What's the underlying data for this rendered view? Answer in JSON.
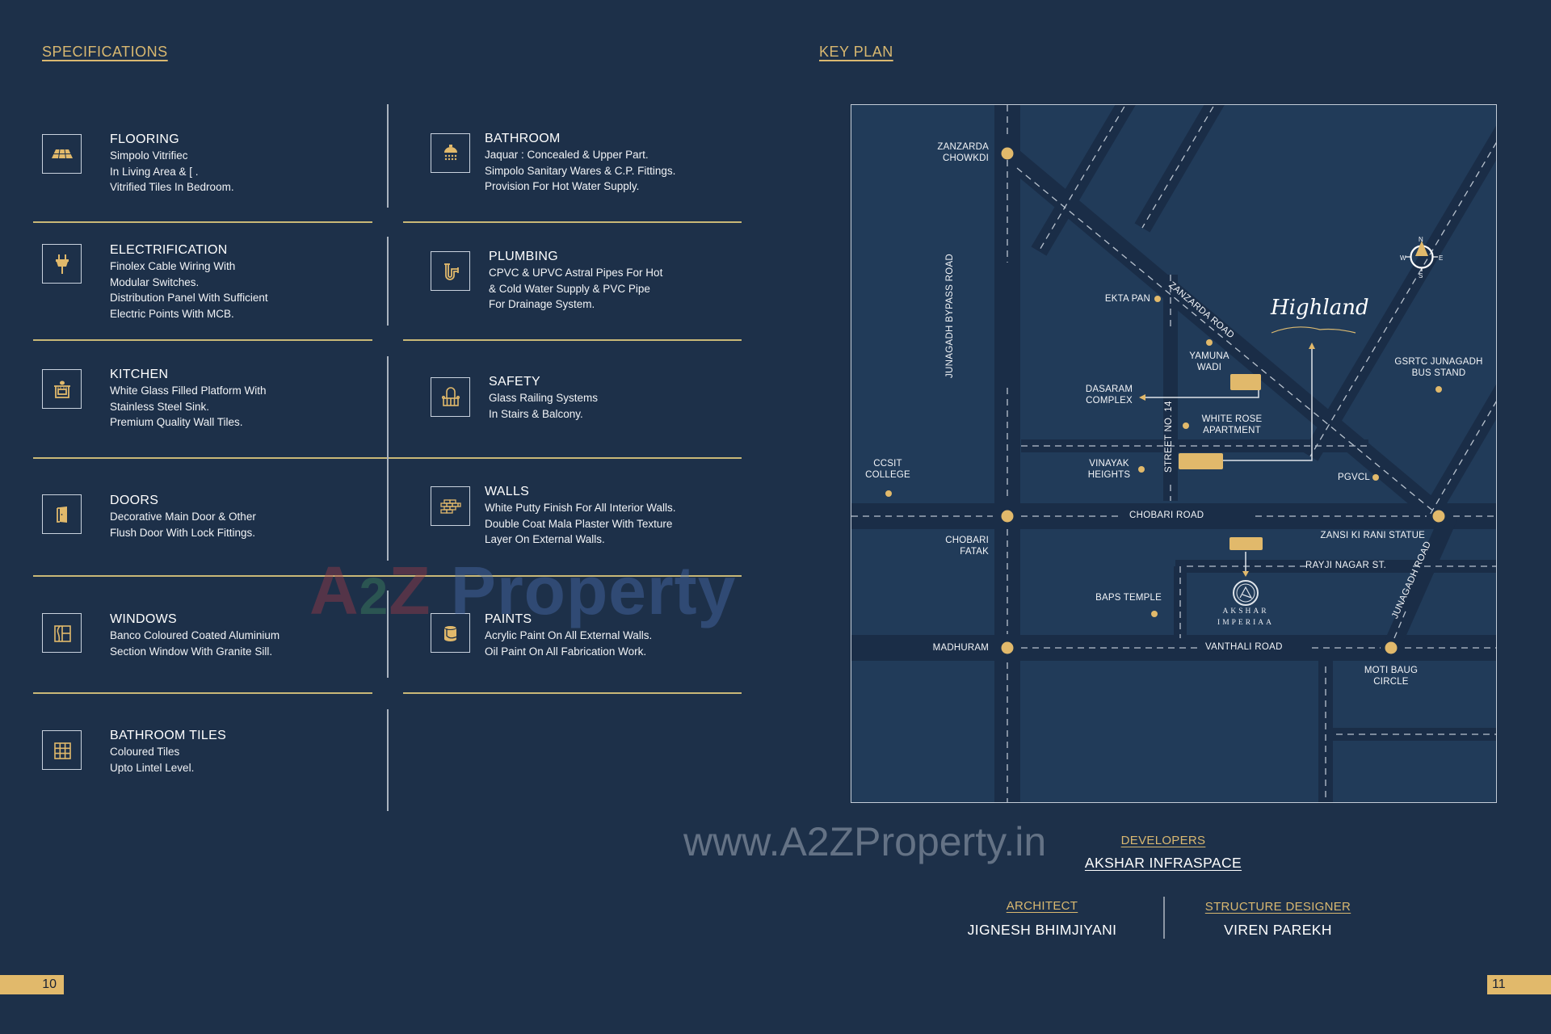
{
  "colors": {
    "background": "#1d3049",
    "accent_gold": "#e1b96b",
    "heading_gold": "#d9b870",
    "divider": "#c9b877",
    "map_background": "#213b59",
    "road": "#1a2d47"
  },
  "left_page": {
    "heading": "SPECIFICATIONS",
    "page_number": "10",
    "specs": [
      {
        "title": "FLOORING",
        "icon": "floor-tiles-icon",
        "lines": [
          "Simpolo Vitrifiec",
          "In Living Area & [          .",
          "Vitrified Tiles In Bedroom."
        ]
      },
      {
        "title": "BATHROOM",
        "icon": "shower-icon",
        "lines": [
          "Jaquar : Concealed & Upper Part.",
          "Simpolo Sanitary Wares & C.P. Fittings.",
          "Provision For Hot Water Supply."
        ]
      },
      {
        "title": "ELECTRIFICATION",
        "icon": "plug-icon",
        "lines": [
          "Finolex Cable Wiring With",
          "Modular Switches.",
          "Distribution Panel With Sufficient",
          "Electric Points With MCB."
        ]
      },
      {
        "title": "PLUMBING",
        "icon": "pipe-icon",
        "lines": [
          "CPVC & UPVC Astral Pipes For Hot",
          "& Cold Water Supply & PVC Pipe",
          "For Drainage System."
        ]
      },
      {
        "title": "KITCHEN",
        "icon": "stove-icon",
        "lines": [
          "White Glass Filled Platform With",
          "Stainless Steel Sink.",
          "Premium Quality Wall Tiles."
        ]
      },
      {
        "title": "SAFETY",
        "icon": "balcony-railing-icon",
        "lines": [
          "Glass Railing Systems",
          "In Stairs & Balcony."
        ]
      },
      {
        "title": "DOORS",
        "icon": "door-icon",
        "lines": [
          "Decorative Main Door & Other",
          "Flush Door With Lock Fittings."
        ]
      },
      {
        "title": "WALLS",
        "icon": "brick-wall-icon",
        "lines": [
          "White Putty Finish For All Interior Walls.",
          "Double Coat Mala Plaster With Texture",
          "Layer On External Walls."
        ]
      },
      {
        "title": "WINDOWS",
        "icon": "window-icon",
        "lines": [
          "Banco Coloured Coated Aluminium",
          "Section Window With Granite Sill."
        ]
      },
      {
        "title": "PAINTS",
        "icon": "paint-bucket-icon",
        "lines": [
          "Acrylic Paint On All External Walls.",
          "Oil Paint On All Fabrication Work."
        ]
      },
      {
        "title": "BATHROOM TILES",
        "icon": "tile-grid-icon",
        "lines": [
          "Coloured Tiles",
          "Upto Lintel Level."
        ]
      }
    ]
  },
  "right_page": {
    "heading": "KEY PLAN",
    "page_number": "11",
    "map": {
      "compass": {
        "n": "N",
        "s": "S",
        "e": "E",
        "w": "W"
      },
      "landmark_logo": "Highland",
      "project_logo": {
        "line1": "AKSHAR",
        "line2": "IMPERIAA"
      },
      "roads": {
        "bypass": "JUNAGADH BYPASS ROAD",
        "zanzarda": "ZANZARDA ROAD",
        "street14": "STREET NO. 14",
        "chobari": "CHOBARI ROAD",
        "rayji": "RAYJI NAGAR ST.",
        "vanthali": "VANTHALI ROAD",
        "junagadh": "JUNAGADH ROAD"
      },
      "places": {
        "zanzarda_chowkdi": [
          "ZANZARDA",
          "CHOWKDI"
        ],
        "ekta_pan": "EKTA PAN",
        "yamuna_wadi": [
          "YAMUNA",
          "WADI"
        ],
        "dasaram": [
          "DASARAM",
          "COMPLEX"
        ],
        "white_rose": [
          "WHITE ROSE",
          "APARTMENT"
        ],
        "vinayak": [
          "VINAYAK",
          "HEIGHTS"
        ],
        "ccsit": [
          "CCSIT",
          "COLLEGE"
        ],
        "gsrtc": [
          "GSRTC JUNAGADH",
          "BUS STAND"
        ],
        "pgvcl": "PGVCL",
        "zansi": "ZANSI KI RANI STATUE",
        "chobari_fatak": [
          "CHOBARI",
          "FATAK"
        ],
        "baps": "BAPS TEMPLE",
        "madhuram": "MADHURAM",
        "moti_baug": [
          "MOTI BAUG",
          "CIRCLE"
        ]
      }
    },
    "credits": {
      "developers_label": "DEVELOPERS",
      "developers_value": "AKSHAR INFRASPACE",
      "architect_label": "ARCHITECT",
      "architect_value": "JIGNESH BHIMJIYANI",
      "structure_label": "STRUCTURE DESIGNER",
      "structure_value": "VIREN PAREKH"
    }
  },
  "watermarks": {
    "logo_a": "A",
    "logo_2": "2",
    "logo_z": "Z",
    "logo_property": "Property",
    "url": "www.A2ZProperty.in"
  }
}
